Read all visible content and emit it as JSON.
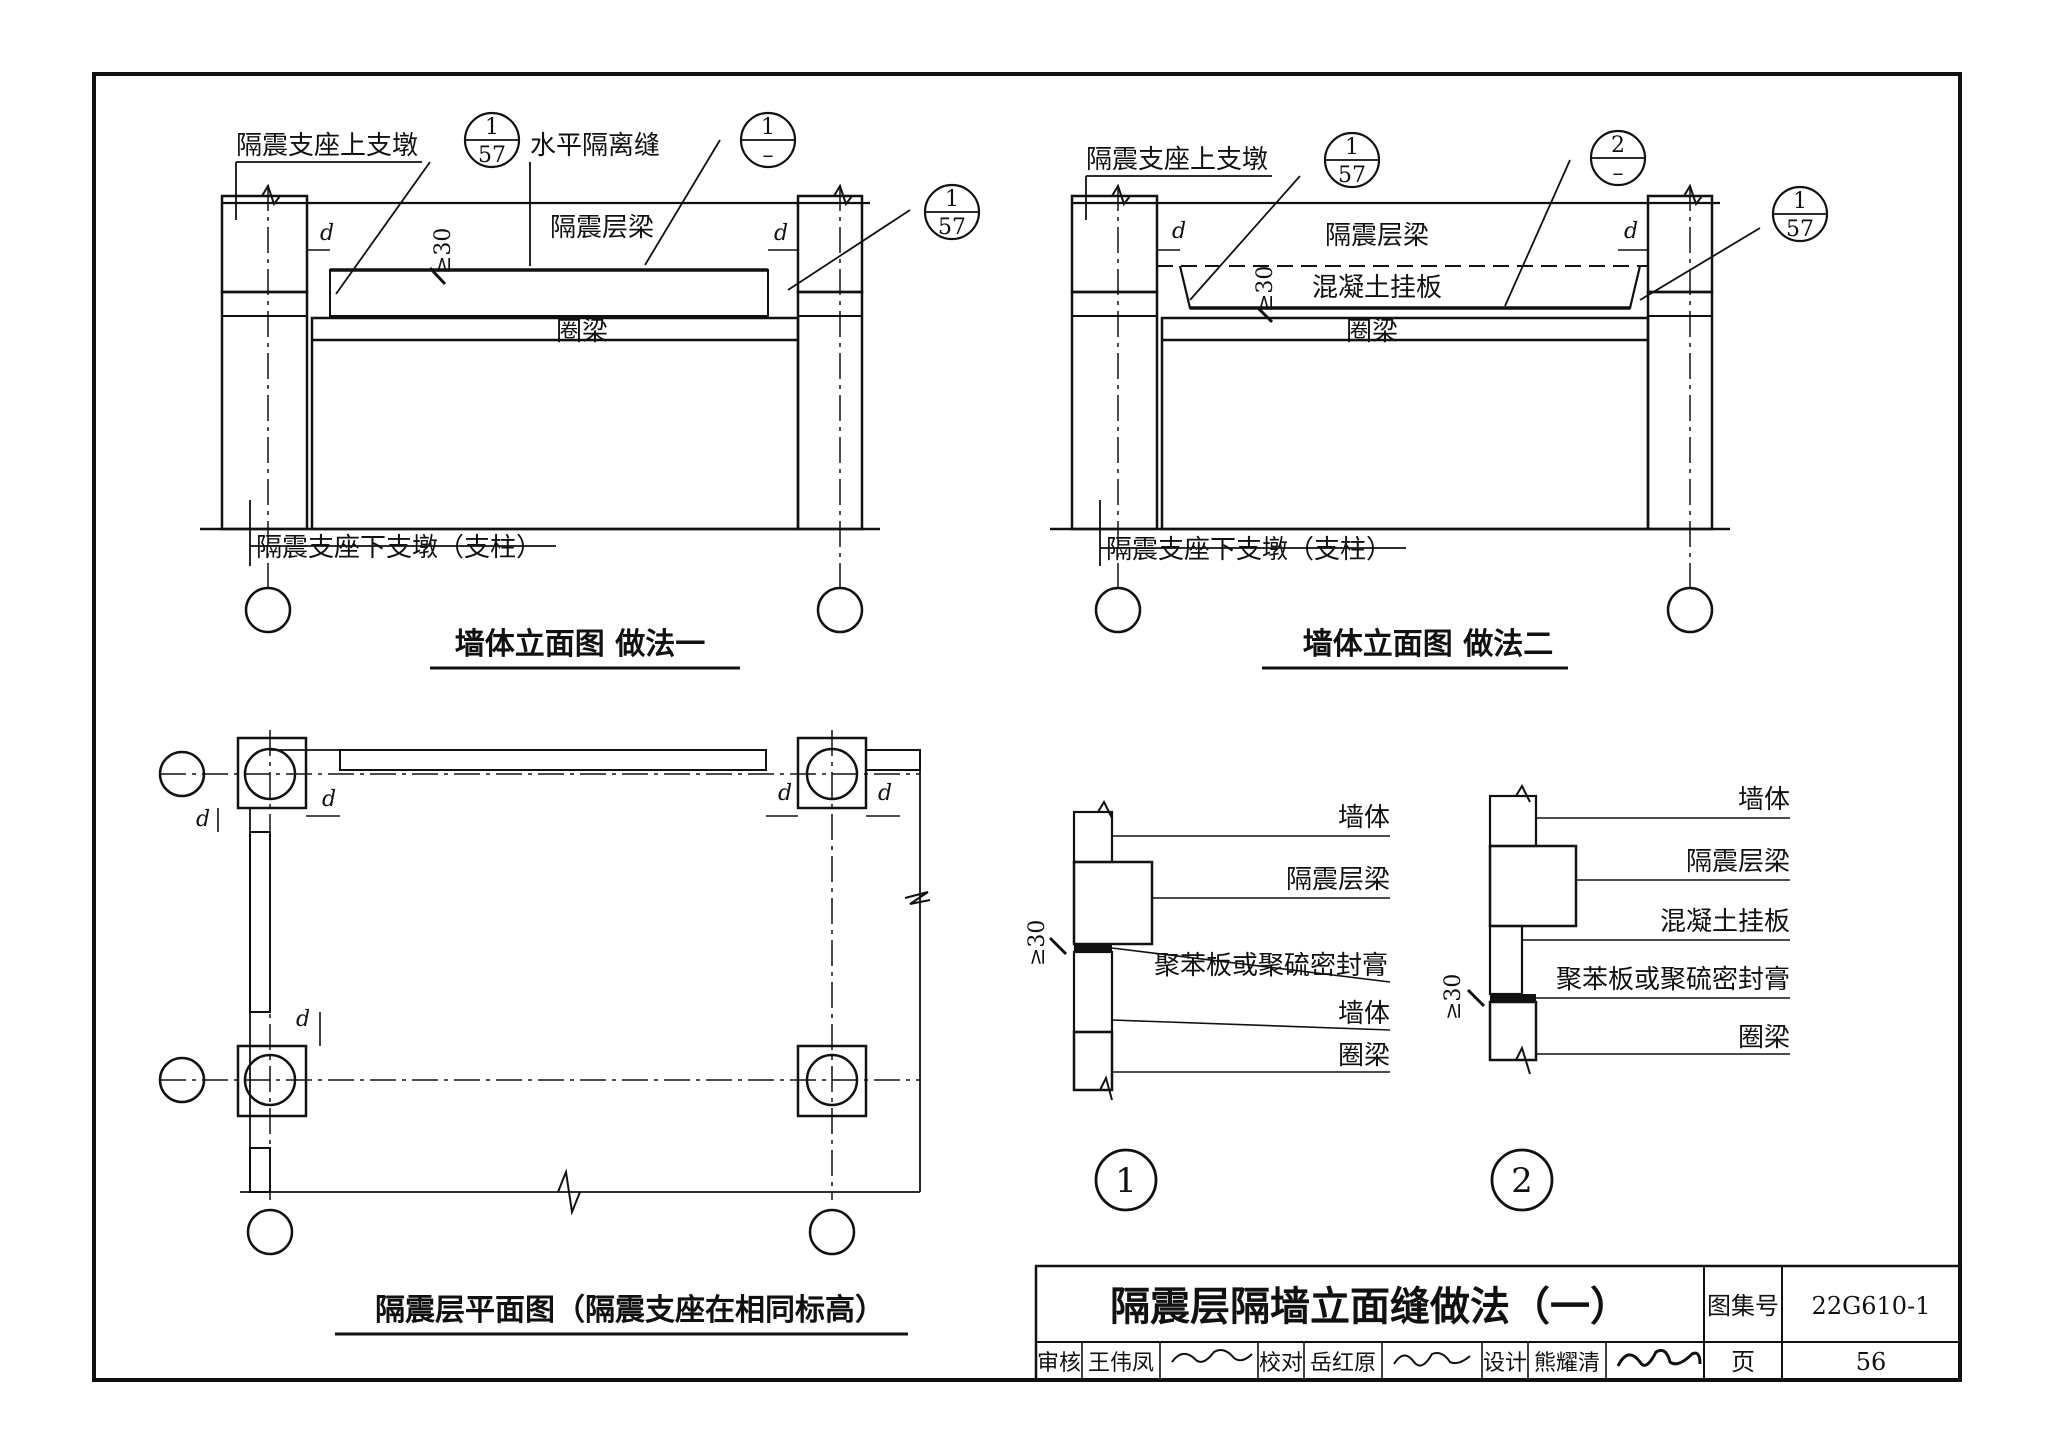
{
  "elevation_1": {
    "title": "墙体立面图  做法一",
    "label_upper_pier": "隔震支座上支墩",
    "label_lower_pier": "隔震支座下支墩（支柱）",
    "label_horizontal_gap": "水平隔离缝",
    "label_beam": "隔震层梁",
    "label_ring_beam": "圈梁",
    "dim_gap": "≥30",
    "dim_d": "d",
    "callout_a_num": "1",
    "callout_a_den": "57",
    "callout_b_num": "1",
    "callout_b_den": "–",
    "callout_c_num": "1",
    "callout_c_den": "57"
  },
  "elevation_2": {
    "title": "墙体立面图  做法二",
    "label_upper_pier": "隔震支座上支墩",
    "label_lower_pier": "隔震支座下支墩（支柱）",
    "label_beam": "隔震层梁",
    "label_hanging_panel": "混凝土挂板",
    "label_ring_beam": "圈梁",
    "dim_gap": "≥30",
    "dim_d": "d",
    "callout_a_num": "1",
    "callout_a_den": "57",
    "callout_b_num": "2",
    "callout_b_den": "–",
    "callout_c_num": "1",
    "callout_c_den": "57"
  },
  "plan": {
    "title": "隔震层平面图（隔震支座在相同标高）",
    "dim_d": "d"
  },
  "detail_1": {
    "number": "1",
    "label_wall_top": "墙体",
    "label_beam": "隔震层梁",
    "label_seal": "聚苯板或聚硫密封膏",
    "label_wall": "墙体",
    "label_ring_beam": "圈梁",
    "dim_gap": "≥30"
  },
  "detail_2": {
    "number": "2",
    "label_wall_top": "墙体",
    "label_beam": "隔震层梁",
    "label_hanging_panel": "混凝土挂板",
    "label_seal": "聚苯板或聚硫密封膏",
    "label_ring_beam": "圈梁",
    "dim_gap": "≥30"
  },
  "title_block": {
    "title": "隔震层隔墙立面缝做法（一）",
    "atlas_label": "图集号",
    "atlas_number": "22G610-1",
    "review_label": "审核",
    "reviewer": "王伟凤",
    "check_label": "校对",
    "checker": "岳红原",
    "design_label": "设计",
    "designer": "熊耀清",
    "page_label": "页",
    "page_number": "56"
  }
}
